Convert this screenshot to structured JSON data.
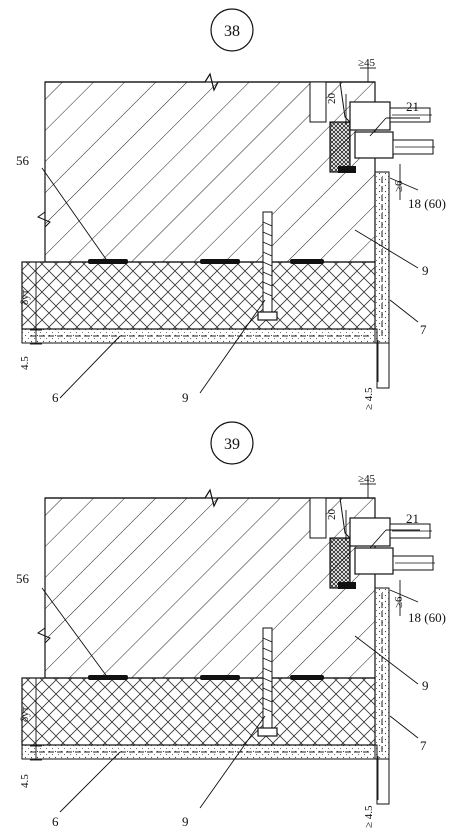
{
  "detail_38": {
    "number": "38",
    "labels": {
      "l56": "56",
      "l21": "21",
      "l18": "18 (60)",
      "l9_right": "9",
      "l9_bottom": "9",
      "l7": "7",
      "l6": "6"
    },
    "dims": {
      "d45": "≥45",
      "d20": "20",
      "d6": "≥6",
      "d_ins": "δут",
      "d45b": "4.5",
      "d45c": "≥ 4.5"
    }
  },
  "detail_39": {
    "number": "39",
    "labels": {
      "l56": "56",
      "l21": "21",
      "l18": "18 (60)",
      "l9_right": "9",
      "l9_bottom": "9",
      "l7": "7",
      "l6": "6"
    },
    "dims": {
      "d45": "≥45",
      "d20": "20",
      "d6": "≥6",
      "d_ins": "δут",
      "d45b": "4.5",
      "d45c": "≥ 4.5"
    }
  }
}
